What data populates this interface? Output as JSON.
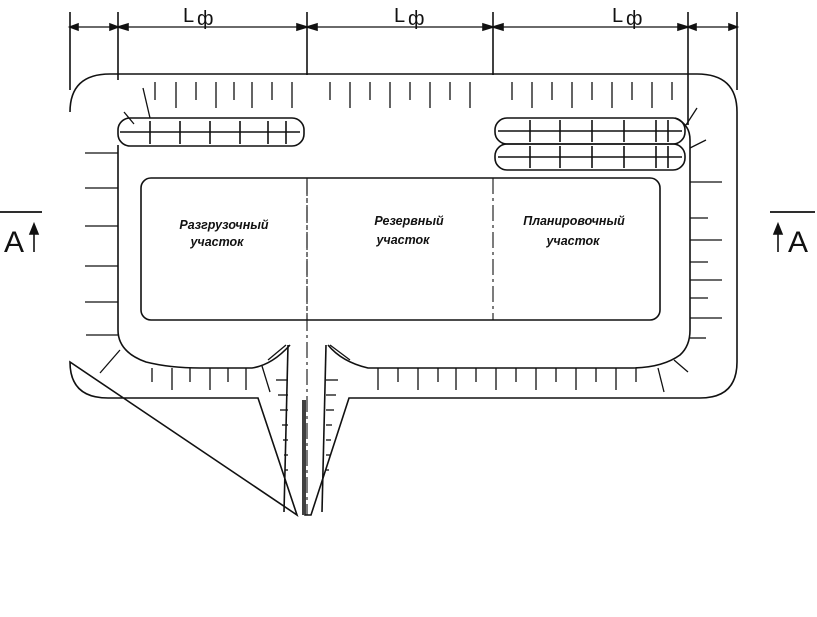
{
  "dimensions": {
    "segment_label": "L",
    "segment_subscript": "ф"
  },
  "section_marker": {
    "left": "A",
    "right": "A"
  },
  "zones": [
    {
      "line1": "Разгрузочный",
      "line2": "участок"
    },
    {
      "line1": "Резервный",
      "line2": "участок"
    },
    {
      "line1": "Планировочный",
      "line2": "участок"
    }
  ],
  "colors": {
    "ink": "#111111",
    "background": "#ffffff"
  }
}
